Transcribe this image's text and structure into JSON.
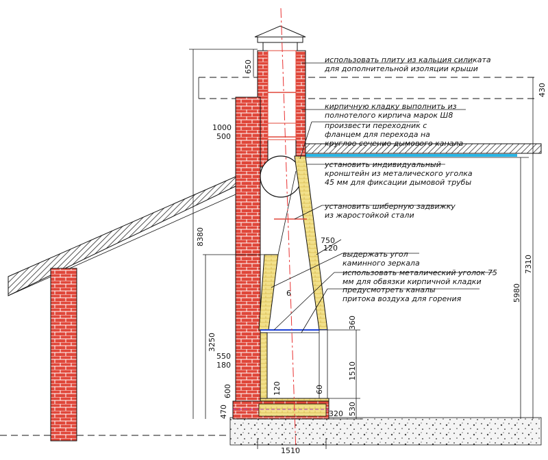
{
  "notes": [
    "использовать плиту из кальция силиката",
    "для дополнительной изоляции крыши",
    "кирпичную кладку выполнить из",
    "полнотелого кирпича марок Ш8",
    "произвести переходник с",
    "фланцем для перехода на",
    "круглое сечение дымового канала",
    "установить индивидуальный",
    "кронштейн из металического уголка",
    "45 мм для  фиксации дымовой трубы",
    "установить шиберную задвижку",
    "из жаростойкой стали",
    "выдержать угол",
    "каминного зеркала",
    "использовать металический уголок 75",
    "мм для обвязки кирпичной кладки",
    "предусмотреть каналы",
    "притока воздуха для горения"
  ],
  "dims": {
    "d650": "650",
    "d430": "430",
    "d1000": "1000",
    "d500": "500",
    "d8380": "8380",
    "d7310": "7310",
    "d5980": "5980",
    "d750": "750",
    "d120a": "120",
    "d6": "6",
    "d3250": "3250",
    "d360": "360",
    "d550": "550",
    "d180": "180",
    "d1510v": "1510",
    "d600": "600",
    "d120b": "120",
    "d60": "60",
    "d470": "470",
    "d320": "320",
    "d530": "530",
    "d1510h": "1510"
  },
  "colors": {
    "brick": "#e0473a",
    "mortar": "#ffffff",
    "refractory": "#f2e08a",
    "axis": "#e83030",
    "insulation_blue": "#1a3fd6",
    "ceiling_cyan": "#29b6e6",
    "line": "#111111"
  }
}
